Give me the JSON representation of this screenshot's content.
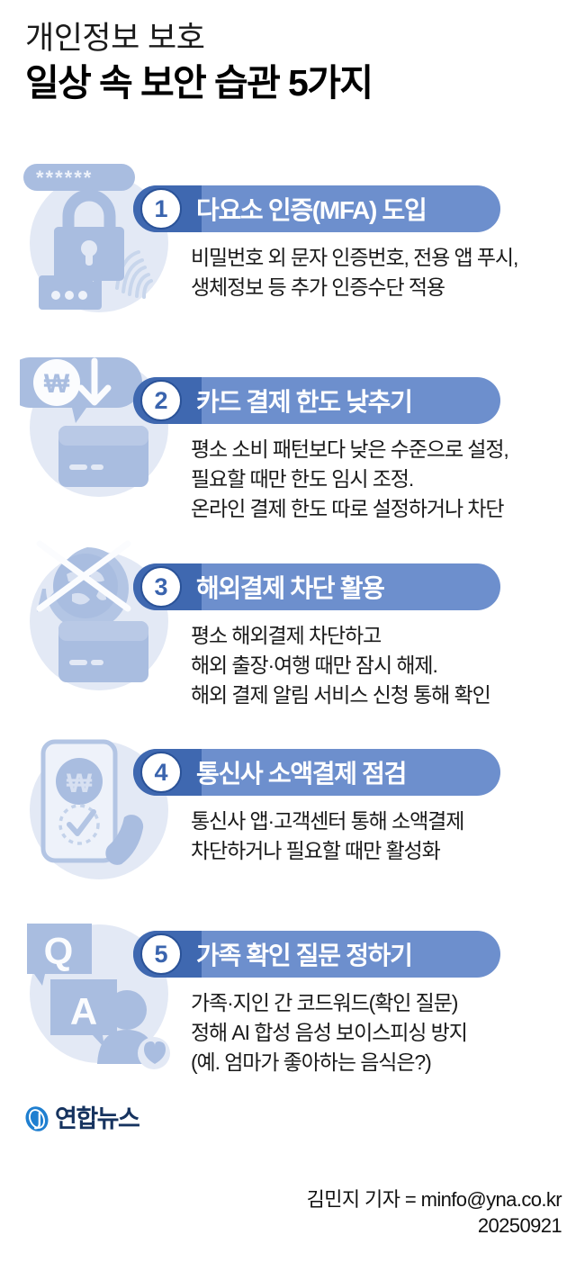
{
  "header": {
    "subtitle": "개인정보 보호",
    "title": "일상 속 보안 습관 5가지"
  },
  "colors": {
    "pill_light": "#6d8fcd",
    "pill_dark": "#3f68b0",
    "num_text": "#3a64ae",
    "art_circle_bg": "#e3e9f5",
    "art_fill": "#a9bde0",
    "art_fill_soft": "#c3d2ea",
    "logo_blue": "#1f7fd0",
    "logo_navy": "#16335f"
  },
  "items": [
    {
      "number": "1",
      "title": "다요소 인증(MFA) 도입",
      "description": [
        "비밀번호 외 문자 인증번호, 전용 앱 푸시,",
        "생체정보 등 추가 인증수단 적용"
      ],
      "icon": "lock-fingerprint-password-icon",
      "password_mask": "******"
    },
    {
      "number": "2",
      "title": "카드 결제 한도 낮추기",
      "description": [
        "평소 소비 패턴보다 낮은 수준으로 설정,",
        "필요할 때만 한도 임시 조정.",
        "온라인 결제 한도 따로 설정하거나 차단"
      ],
      "icon": "credit-card-won-down-arrow-icon"
    },
    {
      "number": "3",
      "title": "해외결제 차단 활용",
      "description": [
        "평소 해외결제 차단하고",
        "해외 출장·여행 때만 잠시 해제.",
        "해외 결제 알림 서비스 신청 통해 확인"
      ],
      "icon": "globe-blocked-credit-card-icon"
    },
    {
      "number": "4",
      "title": "통신사 소액결제 점검",
      "description": [
        "통신사 앱·고객센터 통해 소액결제",
        "차단하거나 필요할 때만 활성화"
      ],
      "icon": "phone-won-check-icon"
    },
    {
      "number": "5",
      "title": "가족 확인 질문 정하기",
      "description": [
        "가족·지인 간 코드워드(확인 질문)",
        "정해 AI 합성 음성 보이스피싱 방지",
        "(예. 엄마가 좋아하는 음식은?)"
      ],
      "icon": "qa-bubbles-person-icon",
      "q_label": "Q",
      "a_label": "A"
    }
  ],
  "footer": {
    "logo_text": "연합뉴스",
    "reporter": "김민지 기자 = minfo@yna.co.kr",
    "date": "20250921"
  }
}
